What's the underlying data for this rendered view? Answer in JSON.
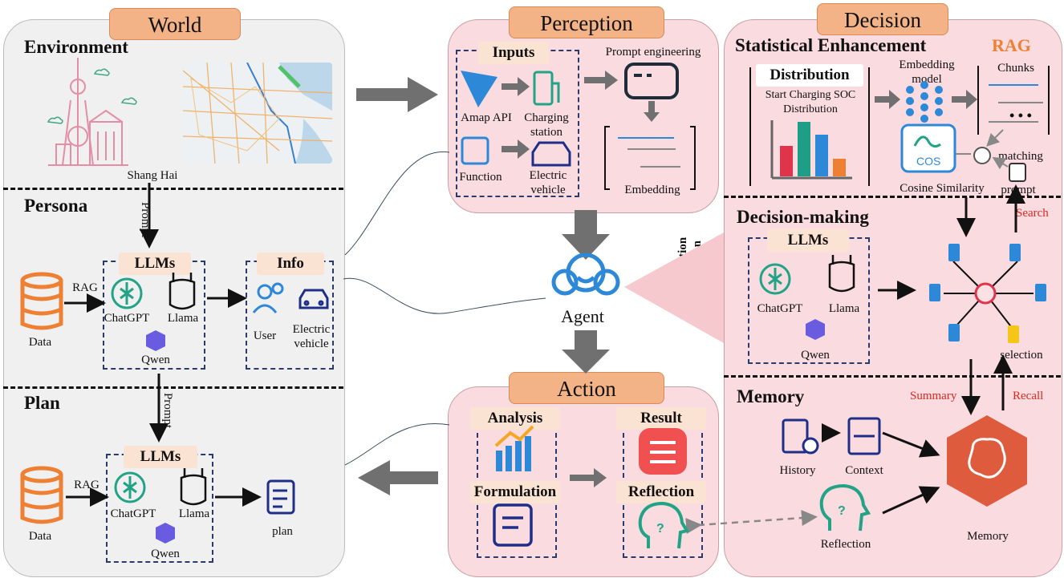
{
  "world": {
    "title": "World",
    "environment": {
      "heading": "Environment",
      "city": "Shang Hai"
    },
    "persona": {
      "heading": "Persona",
      "prompt": "Prompt",
      "rag": "RAG",
      "data": "Data",
      "llms": "LLMs",
      "chatgpt": "ChatGPT",
      "llama": "Llama",
      "qwen": "Qwen",
      "info": {
        "title": "Info",
        "user": "User",
        "ev": "Electric vehicle"
      }
    },
    "plan": {
      "heading": "Plan",
      "prompt": "Prompt",
      "rag": "RAG",
      "data": "Data",
      "llms": "LLMs",
      "chatgpt": "ChatGPT",
      "llama": "Llama",
      "qwen": "Qwen",
      "output": "plan"
    }
  },
  "perception": {
    "title": "Perception",
    "inputs": "Inputs",
    "amap": "Amap API",
    "charging_station": "Charging station",
    "function": "Function",
    "ev": "Electric vehicle",
    "prompt_engineering": "Prompt engineering",
    "embedding": "Embedding"
  },
  "agent": {
    "label": "Agent"
  },
  "action": {
    "title": "Action",
    "analysis": "Analysis",
    "formulation": "Formulation",
    "result": "Result",
    "reflection": "Reflection"
  },
  "decision": {
    "title": "Decision",
    "interaction": "Distribution interaction",
    "statistical": {
      "heading": "Statistical Enhancement",
      "distribution": "Distribution",
      "soc": "Start Charging SOC Distribution",
      "embedding_model": "Embedding model",
      "rag": "RAG",
      "chunks": "Chunks",
      "matching": "matching",
      "cos": "COS",
      "cosine": "Cosine Similarity",
      "prompt": "prompt",
      "search": "Search"
    },
    "decision_making": {
      "heading": "Decision-making",
      "llms": "LLMs",
      "chatgpt": "ChatGPT",
      "llama": "Llama",
      "qwen": "Qwen",
      "selection": "selection"
    },
    "memory": {
      "heading": "Memory",
      "summary": "Summary",
      "recall": "Recall",
      "history": "History",
      "context": "Context",
      "reflection": "Reflection",
      "memory": "Memory"
    }
  },
  "colors": {
    "world_bg": "#f0f0f0",
    "pink_bg": "#f9dbe0",
    "tab": "#f3b386",
    "arrow_gray": "#707070",
    "orange_db": "#ee8033",
    "blue_icon": "#2e88d8",
    "green_icon": "#23a386",
    "navy": "#1f2f88",
    "red_text": "#e0271c",
    "brain": "#df5b3d"
  }
}
